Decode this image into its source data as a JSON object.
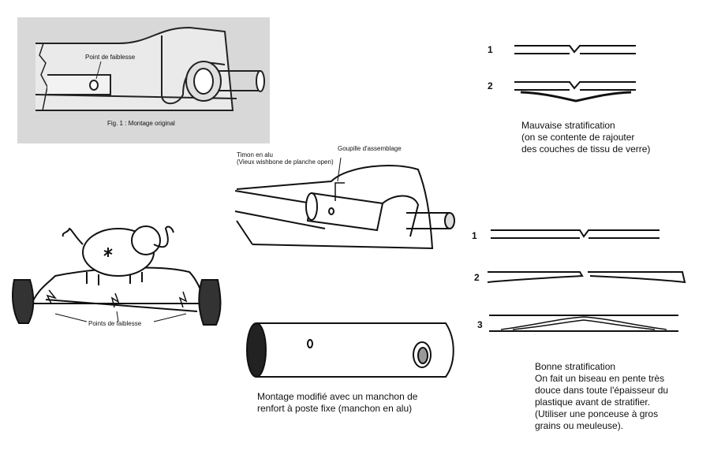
{
  "fig1": {
    "weak_point_label": "Point de faiblesse",
    "caption": "Fig. 1 : Montage original"
  },
  "elephant": {
    "weak_points_label": "Points de faiblesse"
  },
  "mount": {
    "timon_label_line1": "Timon en alu",
    "timon_label_line2": "(Vieux wishbone de planche open)",
    "pin_label": "Goupille d'assemblage"
  },
  "sleeve": {
    "caption_line1": "Montage modifié avec un manchon de",
    "caption_line2": "renfort à poste fixe (manchon en alu)"
  },
  "bad": {
    "step1": "1",
    "step2": "2",
    "title": "Mauvaise stratification",
    "desc_line1": "(on se contente de rajouter",
    "desc_line2": "des couches de tissu de verre)"
  },
  "good": {
    "step1": "1",
    "step2": "2",
    "step3": "3",
    "title": "Bonne stratification",
    "line1": "On fait un biseau en pente très",
    "line2": "douce dans toute l'épaisseur du",
    "line3": "plastique avant de stratifier.",
    "line4": "(Utiliser une ponceuse à gros",
    "line5": "grains ou meuleuse)."
  }
}
